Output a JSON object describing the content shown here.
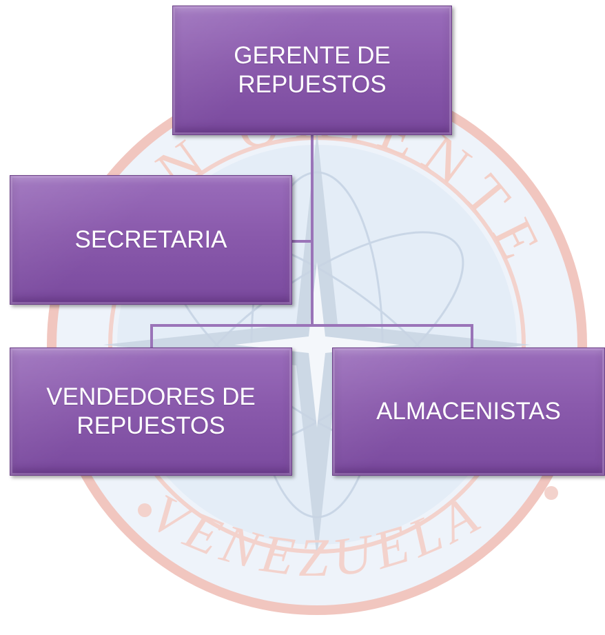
{
  "watermark": {
    "arc_text": "SAN ORIENTE",
    "bottom_text": "VENEZUELA",
    "ring_color": "#e8a79f",
    "star_color": "#a9b6c9",
    "fill_color": "#e6eef8"
  },
  "colors": {
    "box_fill": "#8a5aac",
    "box_border": "#6a3f86",
    "connector": "#9a74b8",
    "text": "#ffffff"
  },
  "org_chart": {
    "root": {
      "line1": "GERENTE DE",
      "line2": "REPUESTOS"
    },
    "assistant": {
      "label": "SECRETARIA"
    },
    "children": [
      {
        "line1": "VENDEDORES DE",
        "line2": "REPUESTOS"
      },
      {
        "line1": "ALMACENISTAS",
        "line2": ""
      }
    ]
  }
}
